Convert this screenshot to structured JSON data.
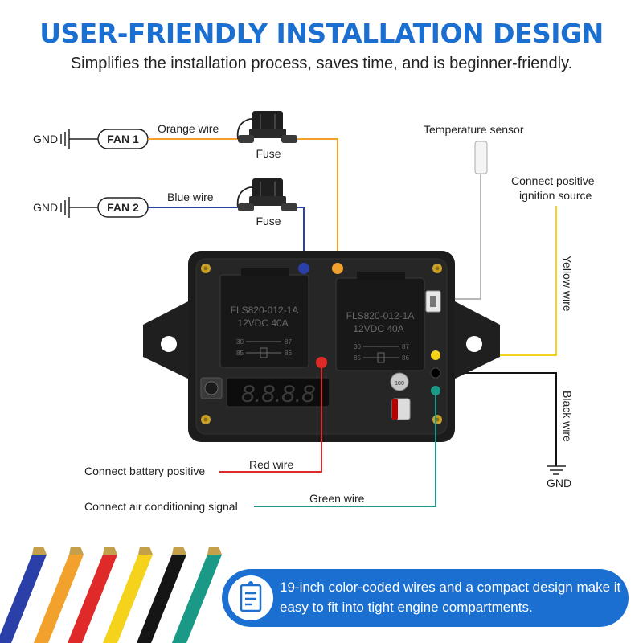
{
  "header": {
    "title": "USER-FRIENDLY INSTALLATION DESIGN",
    "subtitle": "Simplifies the installation process, saves time, and is beginner-friendly."
  },
  "labels": {
    "gnd": "GND",
    "fan1": "FAN 1",
    "fan2": "FAN 2",
    "orange_wire": "Orange wire",
    "blue_wire": "Blue wire",
    "fuse": "Fuse",
    "temperature_sensor": "Temperature sensor",
    "connect_ignition_line1": "Connect positive",
    "connect_ignition_line2": "ignition source",
    "yellow_wire": "Yellow wire",
    "black_wire": "Black wire",
    "red_wire": "Red wire",
    "green_wire": "Green wire",
    "connect_battery": "Connect battery positive",
    "connect_ac": "Connect air conditioning signal"
  },
  "relay": {
    "model": "FLS820-012-1A",
    "rating": "12VDC  40A",
    "pin30": "30",
    "pin85": "85",
    "pin87": "87",
    "pin86": "86"
  },
  "display": {
    "digits": "8.8.8.8"
  },
  "callout": {
    "text": "19-inch color-coded wires and a compact design make it easy to fit into tight engine compartments."
  },
  "colors": {
    "title_blue": "#1a6fd1",
    "orange": "#f2a22c",
    "blue": "#2b3fa8",
    "red": "#e02a2a",
    "yellow": "#f5d31c",
    "black": "#111111",
    "green": "#1a9a86",
    "gray": "#b8b8b8"
  },
  "wire_samples": [
    "blue",
    "orange",
    "red",
    "yellow",
    "black",
    "green"
  ]
}
